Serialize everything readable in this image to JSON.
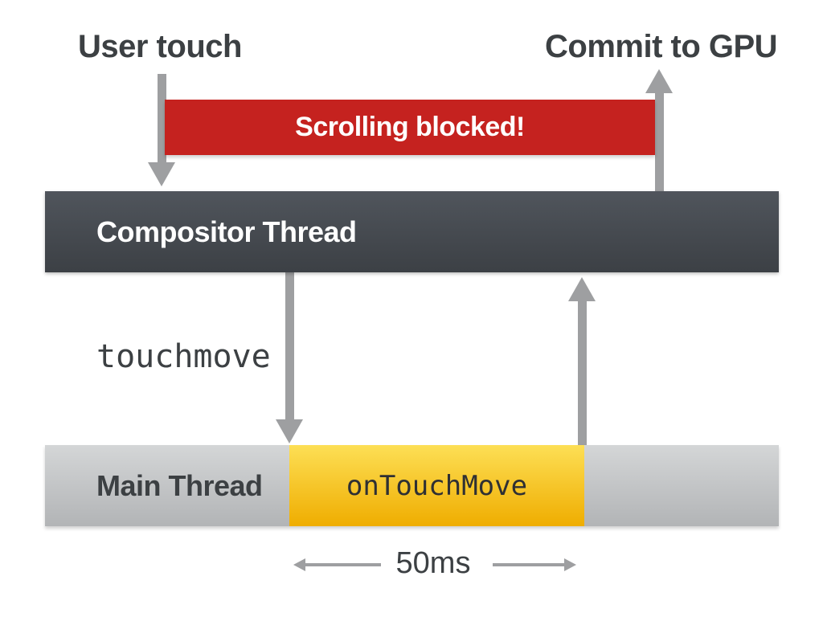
{
  "diagram": {
    "top_labels": {
      "user_touch": "User touch",
      "commit_to_gpu": "Commit to GPU"
    },
    "blocked_banner": {
      "label": "Scrolling blocked!"
    },
    "compositor_bar": {
      "label": "Compositor Thread"
    },
    "event_label": {
      "label": "touchmove"
    },
    "main_bar": {
      "label": "Main Thread",
      "busy_label": "onTouchMove"
    },
    "duration": {
      "label": "50ms"
    },
    "icons": {
      "user_touch_arrow": "down-arrow-icon",
      "commit_arrow": "up-arrow-icon",
      "dispatch_arrow": "down-arrow-icon",
      "response_arrow": "up-arrow-icon",
      "duration_left_arrow": "left-arrow-icon",
      "duration_right_arrow": "right-arrow-icon"
    },
    "colors": {
      "blocked_red": "#c5221f",
      "compositor_top": "#50555c",
      "compositor_bottom": "#3c4045",
      "main_top": "#d4d6d7",
      "main_bottom": "#b2b4b6",
      "busy_top": "#fddf55",
      "busy_bottom": "#efad00",
      "arrow_gray": "#9e9fa1",
      "text_dark": "#3c4043",
      "text_white": "#ffffff"
    }
  }
}
